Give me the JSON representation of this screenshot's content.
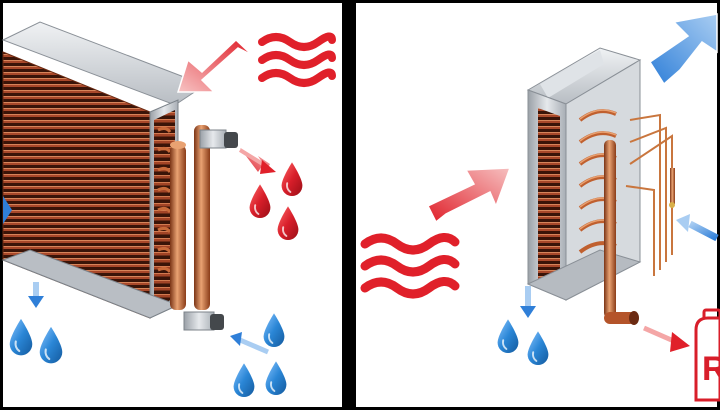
{
  "colors": {
    "frame": "#000000",
    "panel_bg": "#ffffff",
    "copper": "#b4542a",
    "copper_dark": "#6b2a12",
    "copper_light": "#e8a070",
    "fin_dark": "#3a1408",
    "steel": "#c9cdd2",
    "steel_dark": "#8a9097",
    "hot_red": "#e0202a",
    "hot_pale": "#f4a6a6",
    "cool_blue": "#2f7fd8",
    "cool_pale": "#a9cdf2",
    "drop_red": "#d81e2a",
    "drop_blue": "#2a86d6"
  },
  "panels": [
    {
      "name": "left-panel",
      "icons": [
        "heat-waves-icon",
        "hot-air-arrow-icon",
        "cool-air-arrow-icon",
        "red-water-drop-icon",
        "blue-water-drop-icon",
        "water-coil-icon"
      ]
    },
    {
      "name": "right-panel",
      "icons": [
        "heat-waves-icon",
        "hot-air-arrow-icon",
        "cool-air-arrow-icon",
        "blue-water-drop-icon",
        "refrigerant-coil-icon",
        "refrigerant-tank-icon"
      ]
    }
  ],
  "tank": {
    "label": "R"
  }
}
